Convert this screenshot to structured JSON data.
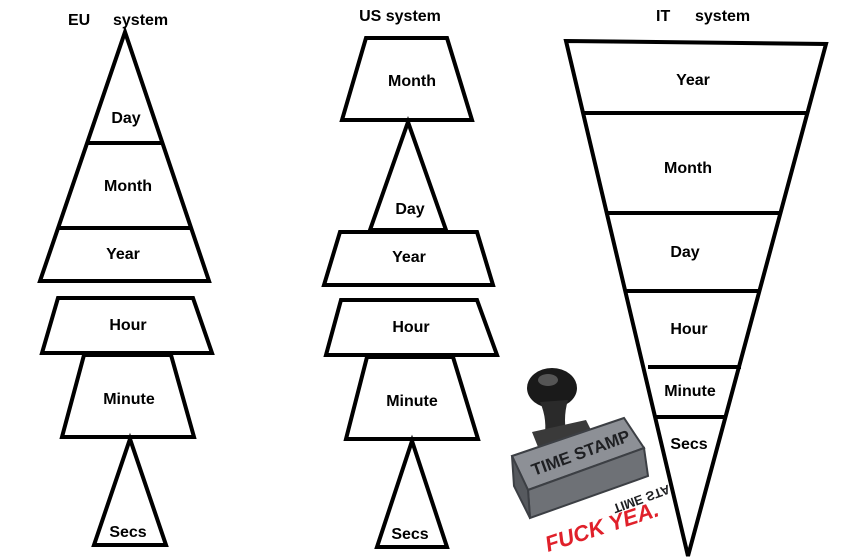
{
  "eu": {
    "header_prefix": "EU",
    "header_word": "system",
    "labels": {
      "day": "Day",
      "month": "Month",
      "year": "Year",
      "hour": "Hour",
      "minute": "Minute",
      "secs": "Secs"
    }
  },
  "us": {
    "header": "US system",
    "labels": {
      "month": "Month",
      "day": "Day",
      "year": "Year",
      "hour": "Hour",
      "minute": "Minute",
      "secs": "Secs"
    }
  },
  "it": {
    "header_prefix": "IT",
    "header_word": "system",
    "labels": {
      "year": "Year",
      "month": "Month",
      "day": "Day",
      "hour": "Hour",
      "minute": "Minute",
      "secs": "Secs"
    }
  },
  "stamp": {
    "face_text": "TIME STAMP",
    "mirror_text": "TIME STAMP",
    "caption": "FUCK YEA.",
    "colors": {
      "handle": "#1a1a1a",
      "body": "#8d9096",
      "caption": "#e0202a"
    }
  }
}
